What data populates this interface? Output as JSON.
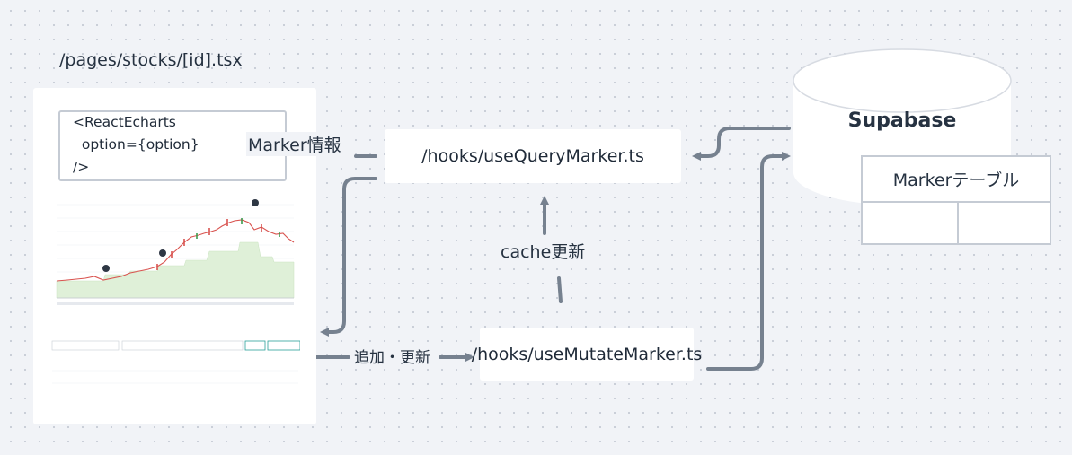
{
  "page_label": "/pages/stocks/[id].tsx",
  "code_box": {
    "lines": [
      "<ReactEcharts",
      "  option={option}",
      "/>"
    ]
  },
  "edges": {
    "marker_info": "Marker情報",
    "add_update": "追加・更新",
    "cache_update": "cache更新"
  },
  "nodes": {
    "query_hook": "/hooks/useQueryMarker.ts",
    "mutate_hook": "/hooks/useMutateMarker.ts"
  },
  "database": {
    "name": "Supabase",
    "table_label": "Markerテーブル"
  },
  "colors": {
    "arrow": "#76818f",
    "background": "#f1f3f7",
    "border": "#c5cbd4"
  }
}
